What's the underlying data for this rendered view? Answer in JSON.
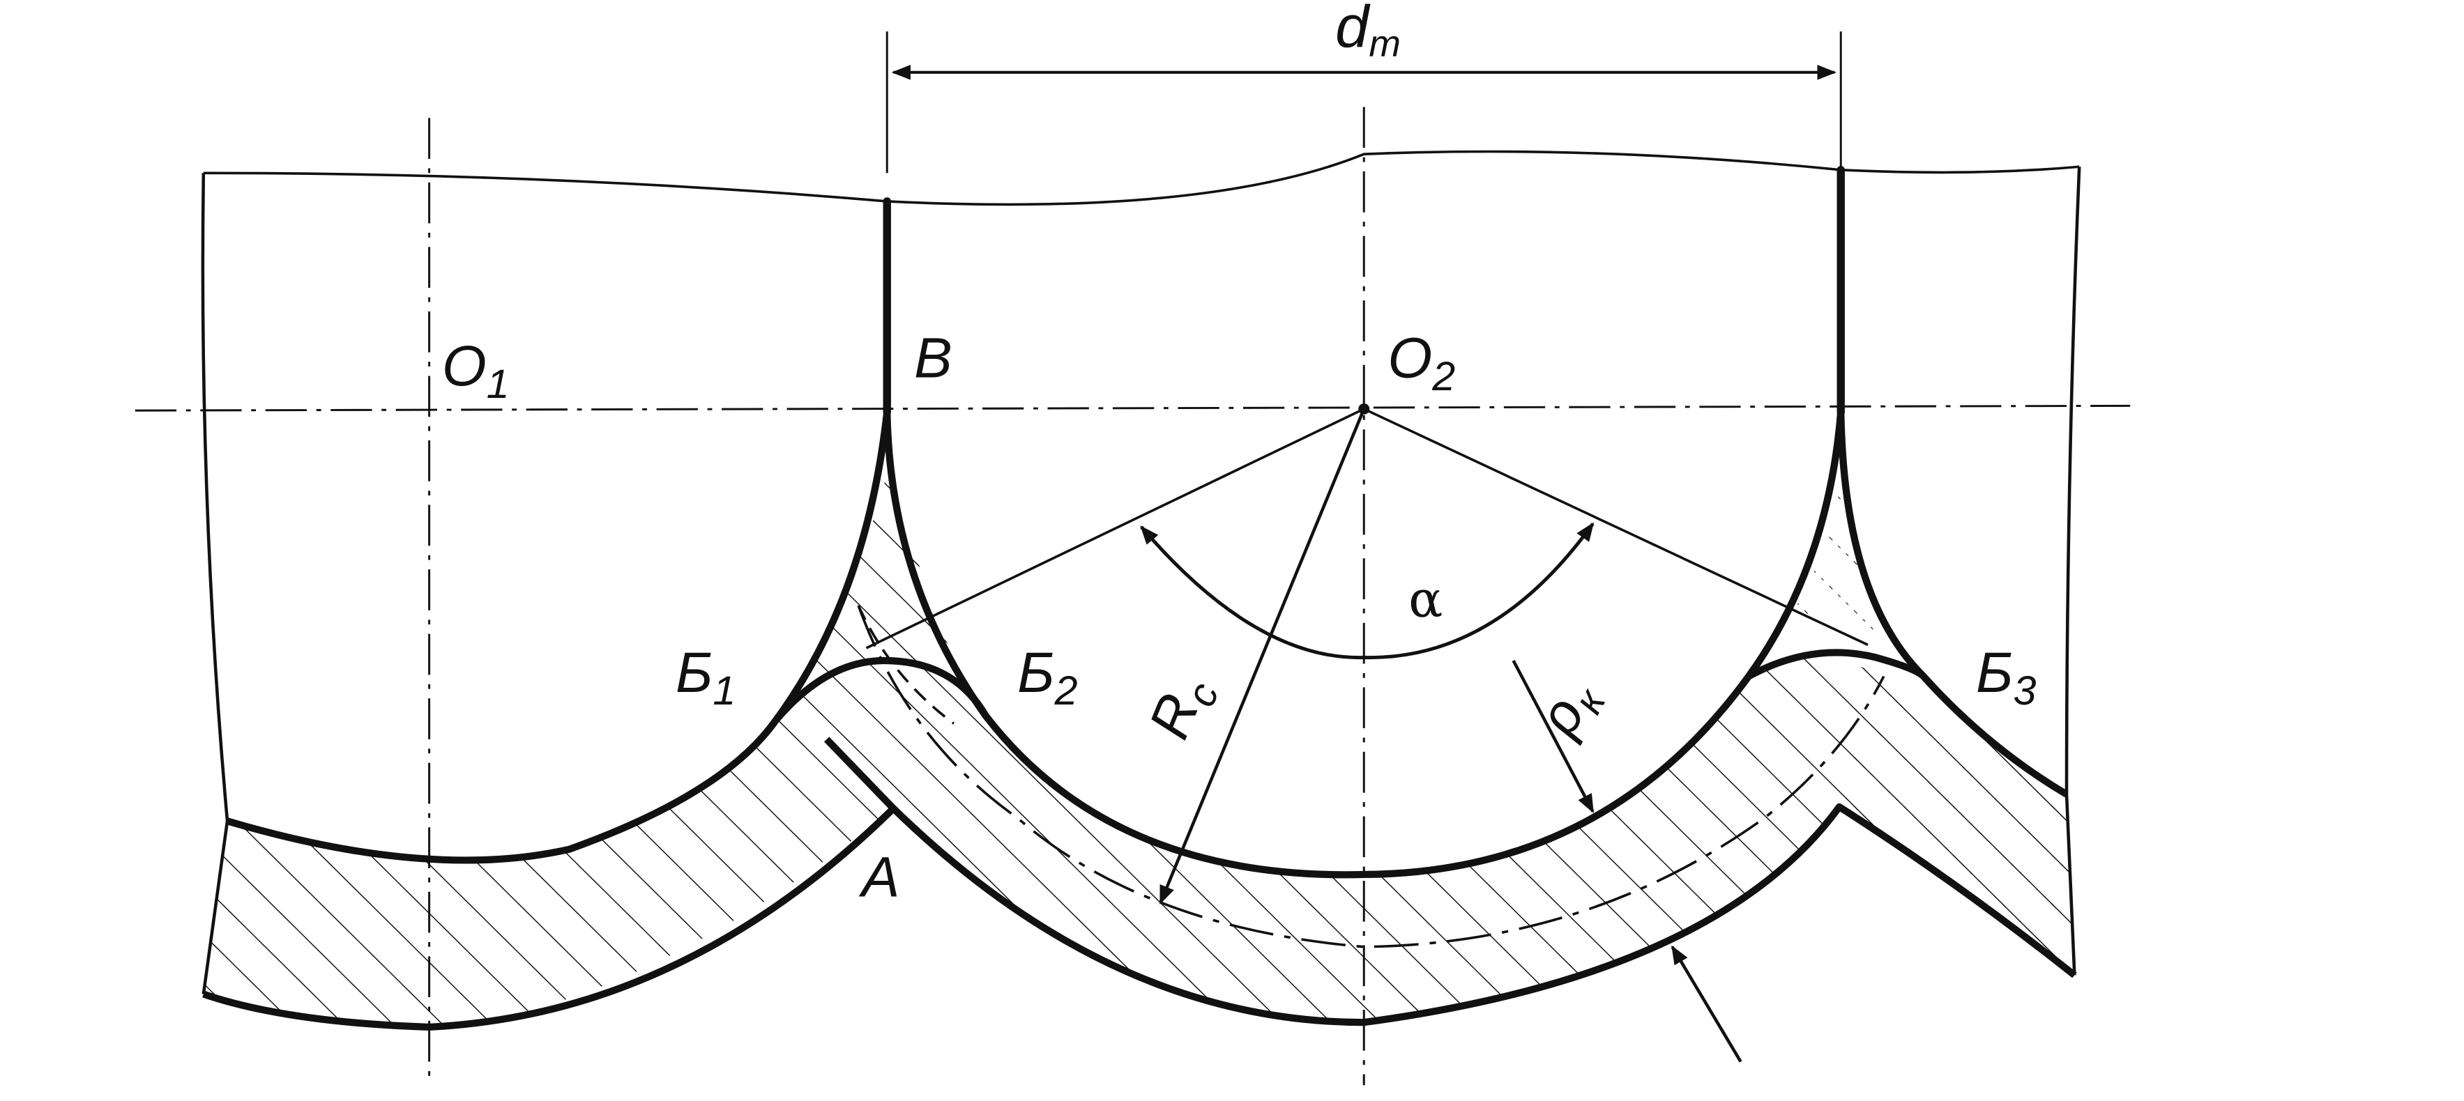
{
  "labels": {
    "d_t": {
      "main": "d",
      "sub": "т"
    },
    "O1": {
      "main": "O",
      "sub": "1"
    },
    "O2": {
      "main": "O",
      "sub": "2"
    },
    "B": {
      "main": "B",
      "sub": ""
    },
    "B1": {
      "main": "Б",
      "sub": "1"
    },
    "B2": {
      "main": "Б",
      "sub": "2"
    },
    "B3": {
      "main": "Б",
      "sub": "3"
    },
    "A": {
      "main": "A",
      "sub": ""
    },
    "Rc": {
      "main": "R",
      "sub": "c"
    },
    "rho_k": {
      "main": "ρ",
      "sub": "к"
    },
    "alpha": {
      "main": "α",
      "sub": ""
    }
  },
  "colors": {
    "ink": "#111111",
    "paper": "#ffffff"
  }
}
